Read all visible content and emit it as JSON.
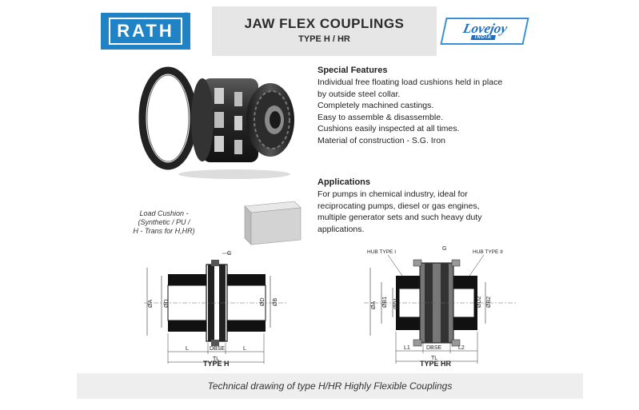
{
  "header": {
    "rath_logo": "RATH",
    "title": "JAW FLEX COUPLINGS",
    "subtitle": "TYPE H / HR",
    "lovejoy_logo": "Lovejoy",
    "lovejoy_sub": "INDIA"
  },
  "special_features": {
    "heading": "Special Features",
    "lines": [
      "Individual free floating load cushions held in place",
      "by outside steel collar.",
      "Completely machined castings.",
      "Easy to assemble & disassemble.",
      "Cushions easily inspected at all times.",
      "Material of construction - S.G. Iron"
    ]
  },
  "applications": {
    "heading": "Applications",
    "lines": [
      "For pumps in chemical industry, ideal for",
      "reciprocating pumps, diesel or gas engines,",
      "multiple generator sets and such heavy duty",
      "applications."
    ]
  },
  "load_cushion": {
    "lines": [
      "Load Cushion -",
      "(Synthetic / PU /",
      "H - Trans for H,HR)"
    ]
  },
  "drawing_h": {
    "label": "TYPE H",
    "g": "G",
    "dA": "ØA",
    "dD": "ØD",
    "dB": "ØB",
    "L_left": "L",
    "dbse": "DBSE",
    "L_right": "L",
    "tl": "TL"
  },
  "drawing_hr": {
    "label": "TYPE HR",
    "hub1": "HUB TYPE I",
    "hub2": "HUB TYPE II",
    "g": "G",
    "dA": "ØA",
    "dD1": "ØD1",
    "dB1": "ØB1",
    "dD2": "ØD2",
    "dB2": "ØB2",
    "L1": "L1",
    "dbse": "DBSE",
    "L2": "L2",
    "tl": "TL"
  },
  "caption": "Technical drawing of type H/HR Highly Flexible Couplings"
}
